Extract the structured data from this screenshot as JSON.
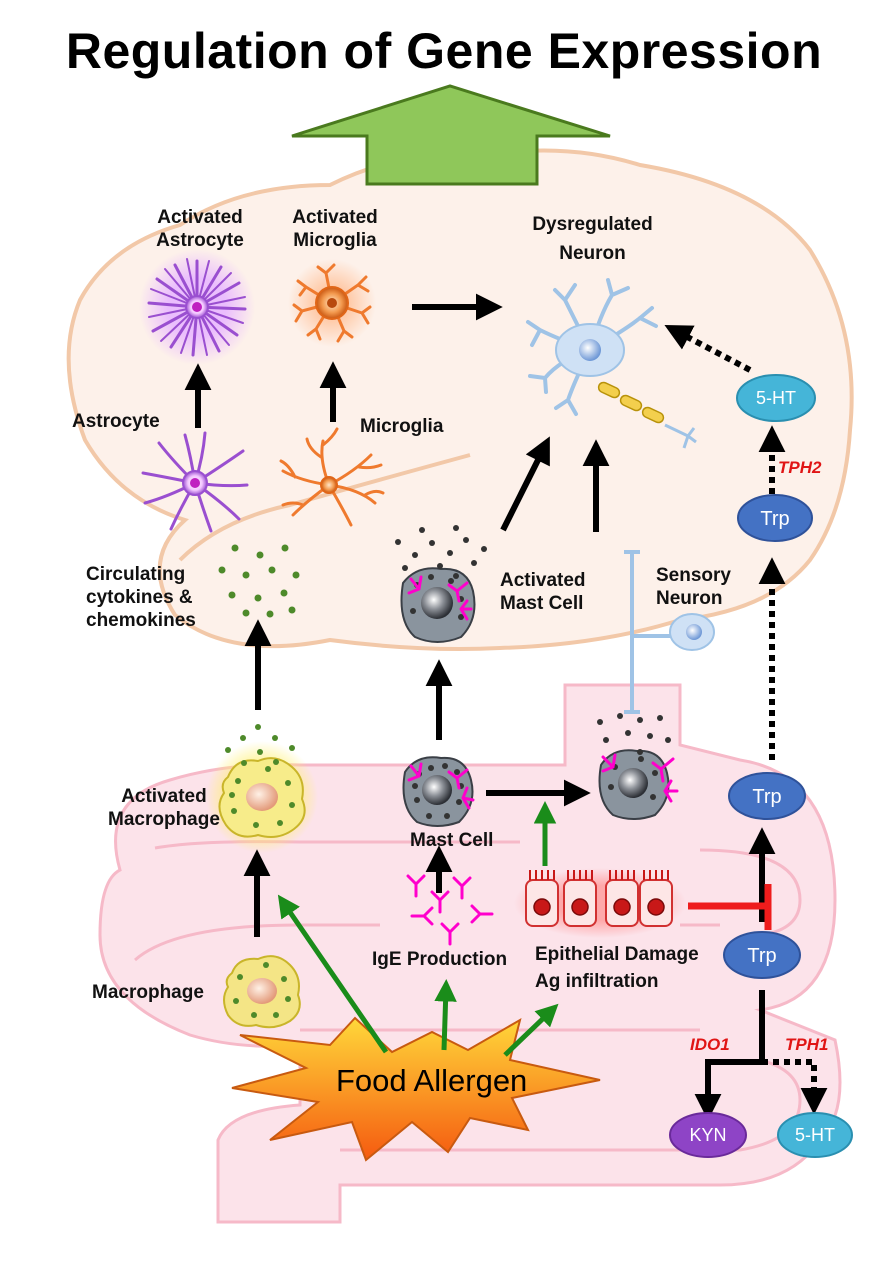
{
  "title": "Regulation of Gene Expression",
  "labels": {
    "activated_astrocyte": [
      "Activated",
      "Astrocyte"
    ],
    "activated_microglia": [
      "Activated",
      "Microglia"
    ],
    "dysregulated_neuron": [
      "Dysregulated",
      "Neuron"
    ],
    "astrocyte": "Astrocyte",
    "microglia": "Microglia",
    "circulating": [
      "Circulating",
      "cytokines &",
      "chemokines"
    ],
    "activated_mast_cell": [
      "Activated",
      "Mast Cell"
    ],
    "sensory_neuron": [
      "Sensory",
      "Neuron"
    ],
    "activated_macrophage": [
      "Activated",
      "Macrophage"
    ],
    "mast_cell": "Mast Cell",
    "ige_production": "IgE Production",
    "epithelial_damage": [
      "Epithelial Damage",
      "Ag infiltration"
    ],
    "macrophage": "Macrophage",
    "food_allergen": "Food Allergen"
  },
  "metabolites": {
    "serotonin_brain": "5-HT",
    "trp_brain": "Trp",
    "trp_mid": "Trp",
    "trp_gut": "Trp",
    "kyn": "KYN",
    "serotonin_gut": "5-HT"
  },
  "enzymes": {
    "tph2": "TPH2",
    "ido1": "IDO1",
    "tph1": "TPH1"
  },
  "colors": {
    "brain_fill": "#fdf1ea",
    "brain_stroke": "#f2c8a8",
    "gut_fill": "#fce3ea",
    "gut_stroke": "#f6b9c8",
    "big_arrow_fill": "#8fc75a",
    "big_arrow_stroke": "#4a7a1e",
    "green_arrow": "#1a8c1a",
    "inhibit": "#ee1c1c",
    "trp_blue": "#4472c4",
    "serotonin_cyan": "#45b5d8",
    "kyn_purple": "#8e44c6",
    "ige": "#ff00cc",
    "astrocyte": "#9a4fd0",
    "microglia": "#ef7a2e",
    "neuron": "#9fc3e6",
    "macrophage": "#f2e170",
    "explosion": "#f7781d"
  }
}
